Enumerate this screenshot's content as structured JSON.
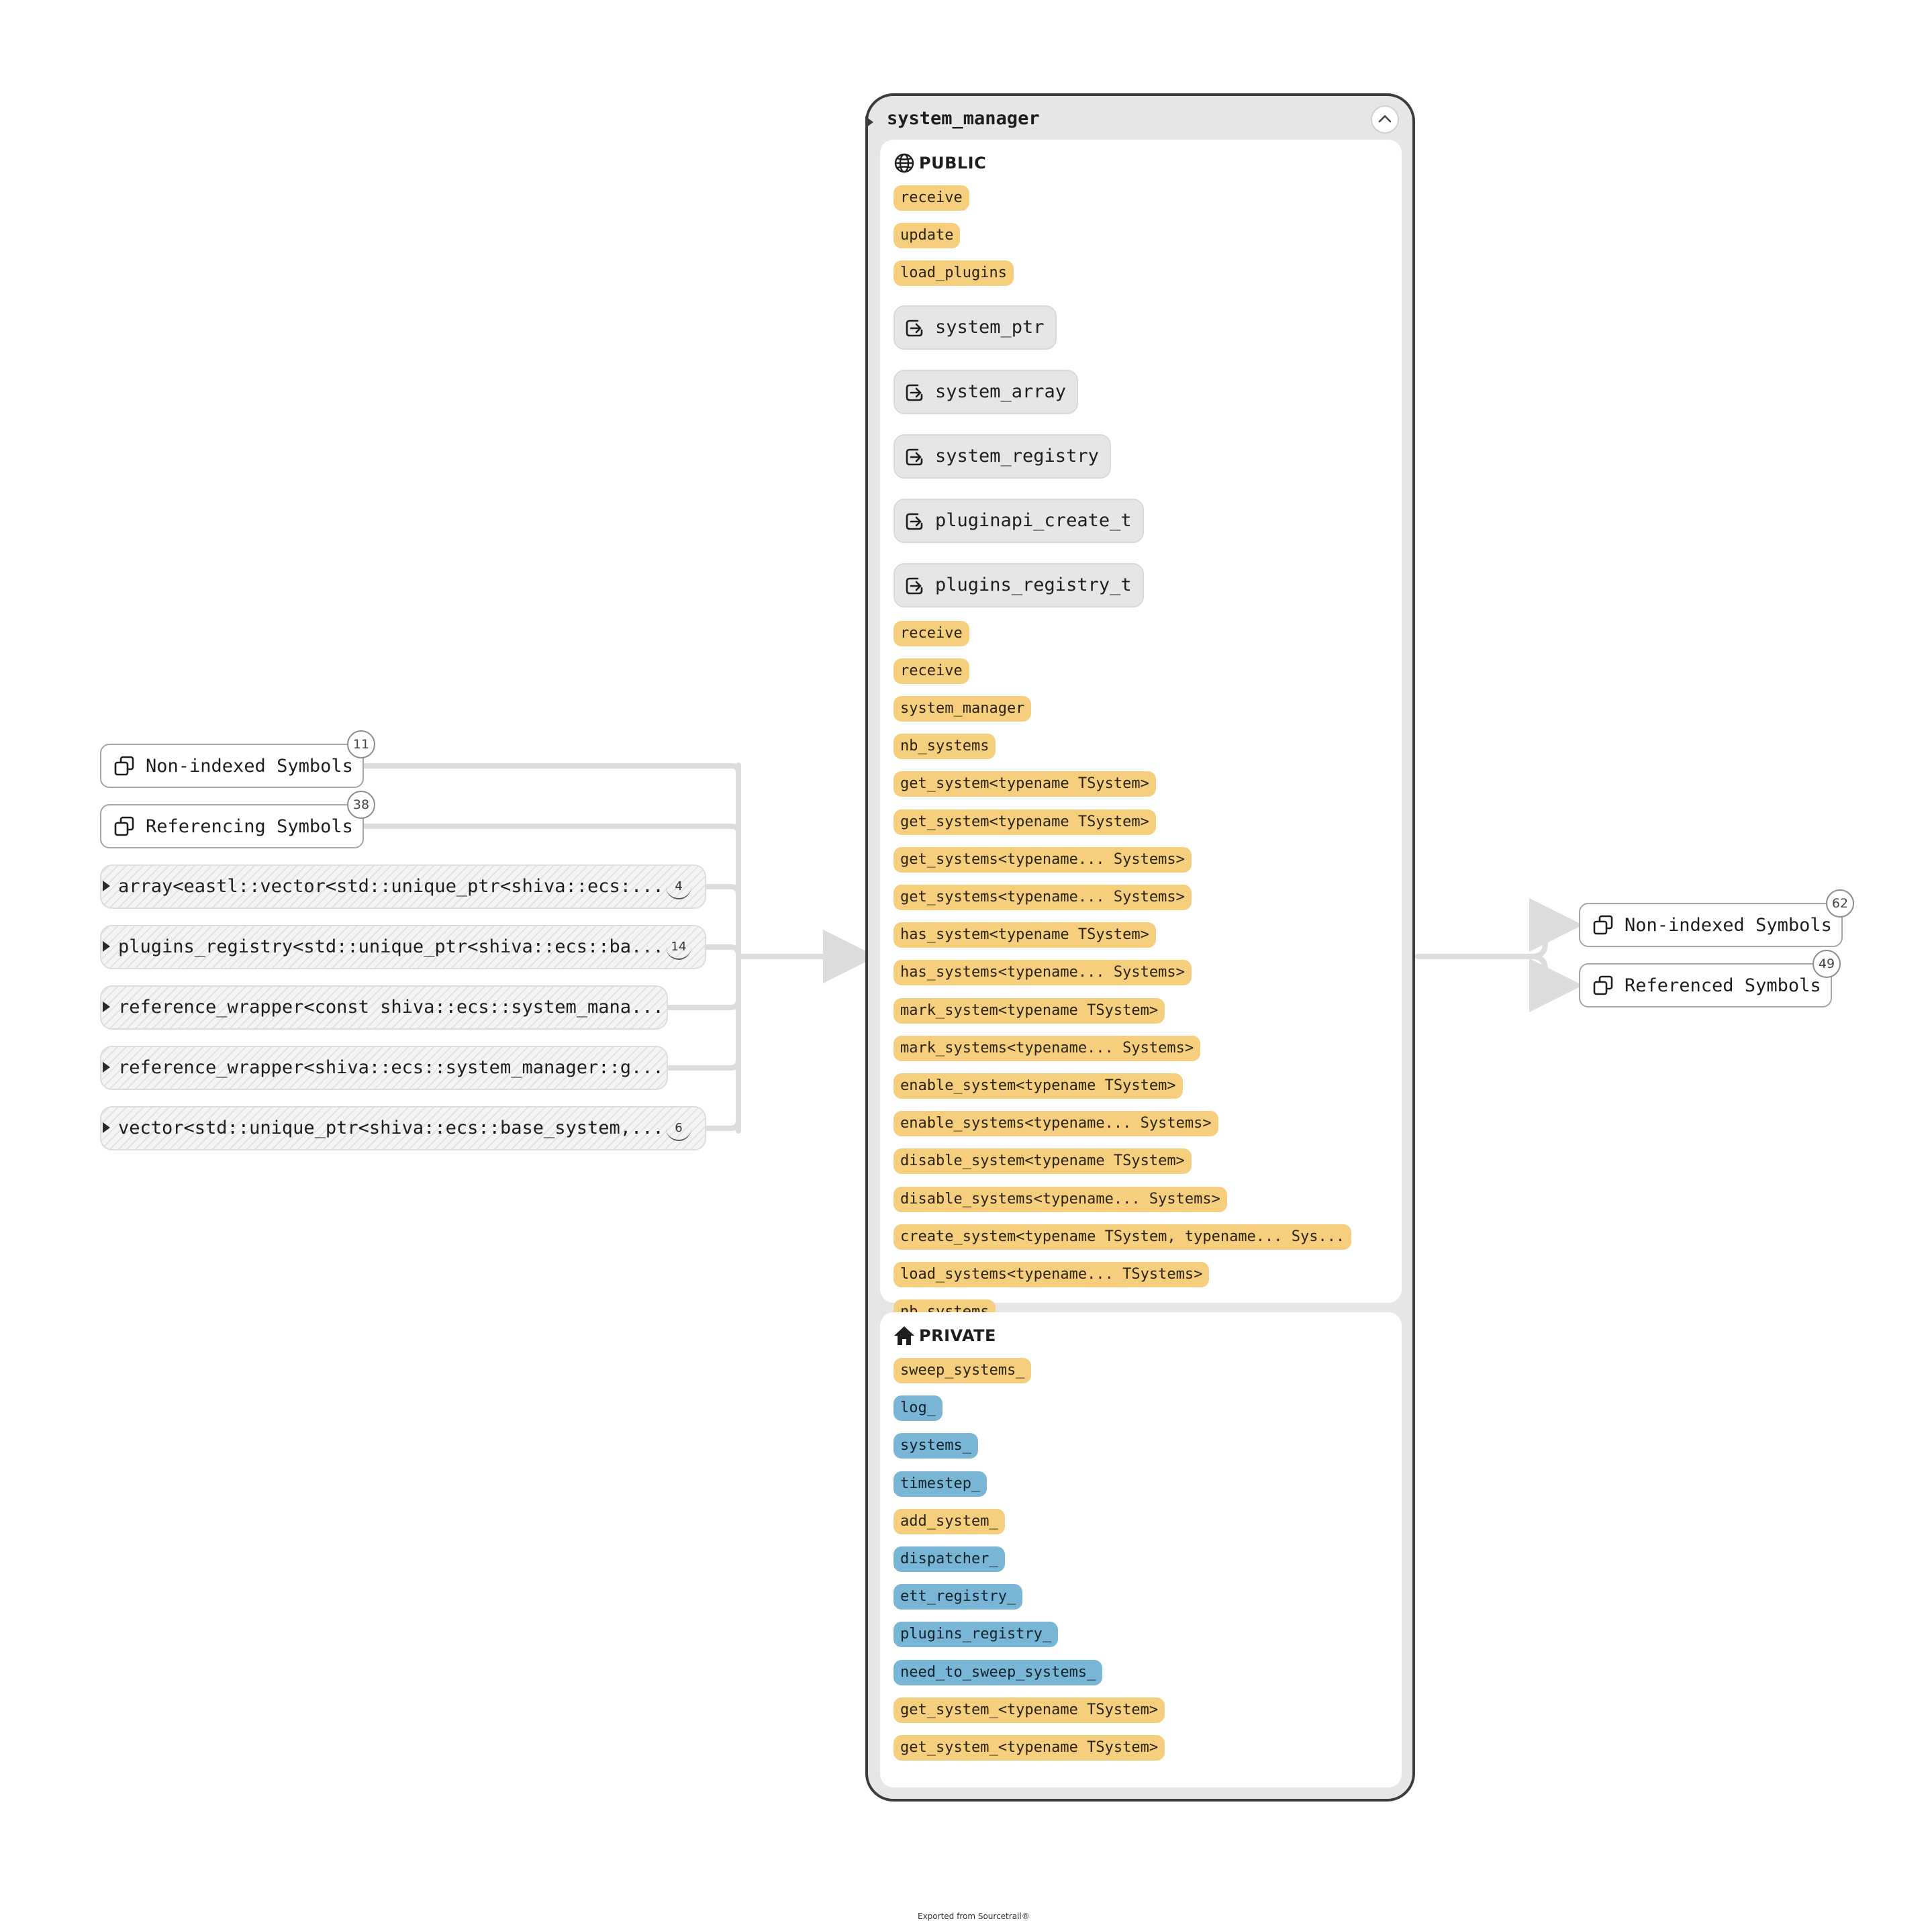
{
  "class_node": {
    "title": "system_manager",
    "public_label": "PUBLIC",
    "private_label": "PRIVATE",
    "public_members": [
      {
        "text": "receive",
        "kind": "function"
      },
      {
        "text": "update",
        "kind": "function"
      },
      {
        "text": "load_plugins",
        "kind": "function"
      },
      {
        "text": "system_ptr",
        "kind": "typedef"
      },
      {
        "text": "system_array",
        "kind": "typedef"
      },
      {
        "text": "system_registry",
        "kind": "typedef"
      },
      {
        "text": "pluginapi_create_t",
        "kind": "typedef"
      },
      {
        "text": "plugins_registry_t",
        "kind": "typedef"
      },
      {
        "text": "receive",
        "kind": "function"
      },
      {
        "text": "receive",
        "kind": "function"
      },
      {
        "text": "system_manager",
        "kind": "function"
      },
      {
        "text": "nb_systems",
        "kind": "function"
      },
      {
        "text": "get_system<typename TSystem>",
        "kind": "function"
      },
      {
        "text": "get_system<typename TSystem>",
        "kind": "function"
      },
      {
        "text": "get_systems<typename... Systems>",
        "kind": "function"
      },
      {
        "text": "get_systems<typename... Systems>",
        "kind": "function"
      },
      {
        "text": "has_system<typename TSystem>",
        "kind": "function"
      },
      {
        "text": "has_systems<typename... Systems>",
        "kind": "function"
      },
      {
        "text": "mark_system<typename TSystem>",
        "kind": "function"
      },
      {
        "text": "mark_systems<typename... Systems>",
        "kind": "function"
      },
      {
        "text": "enable_system<typename TSystem>",
        "kind": "function"
      },
      {
        "text": "enable_systems<typename... Systems>",
        "kind": "function"
      },
      {
        "text": "disable_system<typename TSystem>",
        "kind": "function"
      },
      {
        "text": "disable_systems<typename... Systems>",
        "kind": "function"
      },
      {
        "text": "create_system<typename TSystem, typename... Sys...",
        "kind": "function"
      },
      {
        "text": "load_systems<typename... TSystems>",
        "kind": "function"
      },
      {
        "text": "nb_systems",
        "kind": "function"
      }
    ],
    "private_members": [
      {
        "text": "sweep_systems_",
        "kind": "function"
      },
      {
        "text": "log_",
        "kind": "variable"
      },
      {
        "text": "systems_",
        "kind": "variable"
      },
      {
        "text": "timestep_",
        "kind": "variable"
      },
      {
        "text": "add_system_",
        "kind": "function"
      },
      {
        "text": "dispatcher_",
        "kind": "variable"
      },
      {
        "text": "ett_registry_",
        "kind": "variable"
      },
      {
        "text": "plugins_registry_",
        "kind": "variable"
      },
      {
        "text": "need_to_sweep_systems_",
        "kind": "variable"
      },
      {
        "text": "get_system_<typename TSystem>",
        "kind": "function"
      },
      {
        "text": "get_system_<typename TSystem>",
        "kind": "function"
      }
    ]
  },
  "left_bundles": [
    {
      "label": "Non-indexed Symbols",
      "count": "11"
    },
    {
      "label": "Referencing Symbols",
      "count": "38"
    }
  ],
  "left_types": [
    {
      "label": "array<eastl::vector<std::unique_ptr<shiva::ecs:...",
      "count": "4"
    },
    {
      "label": "plugins_registry<std::unique_ptr<shiva::ecs::ba...",
      "count": "14"
    },
    {
      "label": "reference_wrapper<const shiva::ecs::system_mana...",
      "count": ""
    },
    {
      "label": "reference_wrapper<shiva::ecs::system_manager::g...",
      "count": ""
    },
    {
      "label": "vector<std::unique_ptr<shiva::ecs::base_system,...",
      "count": "6"
    }
  ],
  "right_bundles": [
    {
      "label": "Non-indexed Symbols",
      "count": "62"
    },
    {
      "label": "Referenced Symbols",
      "count": "49"
    }
  ],
  "footer": "Exported from Sourcetrail®",
  "colors": {
    "function": "#f5cf7e",
    "variable": "#79b6d6",
    "typedef": "#e6e6e6",
    "edge": "#dcdcdc",
    "node_border": "#3c3c3c"
  }
}
